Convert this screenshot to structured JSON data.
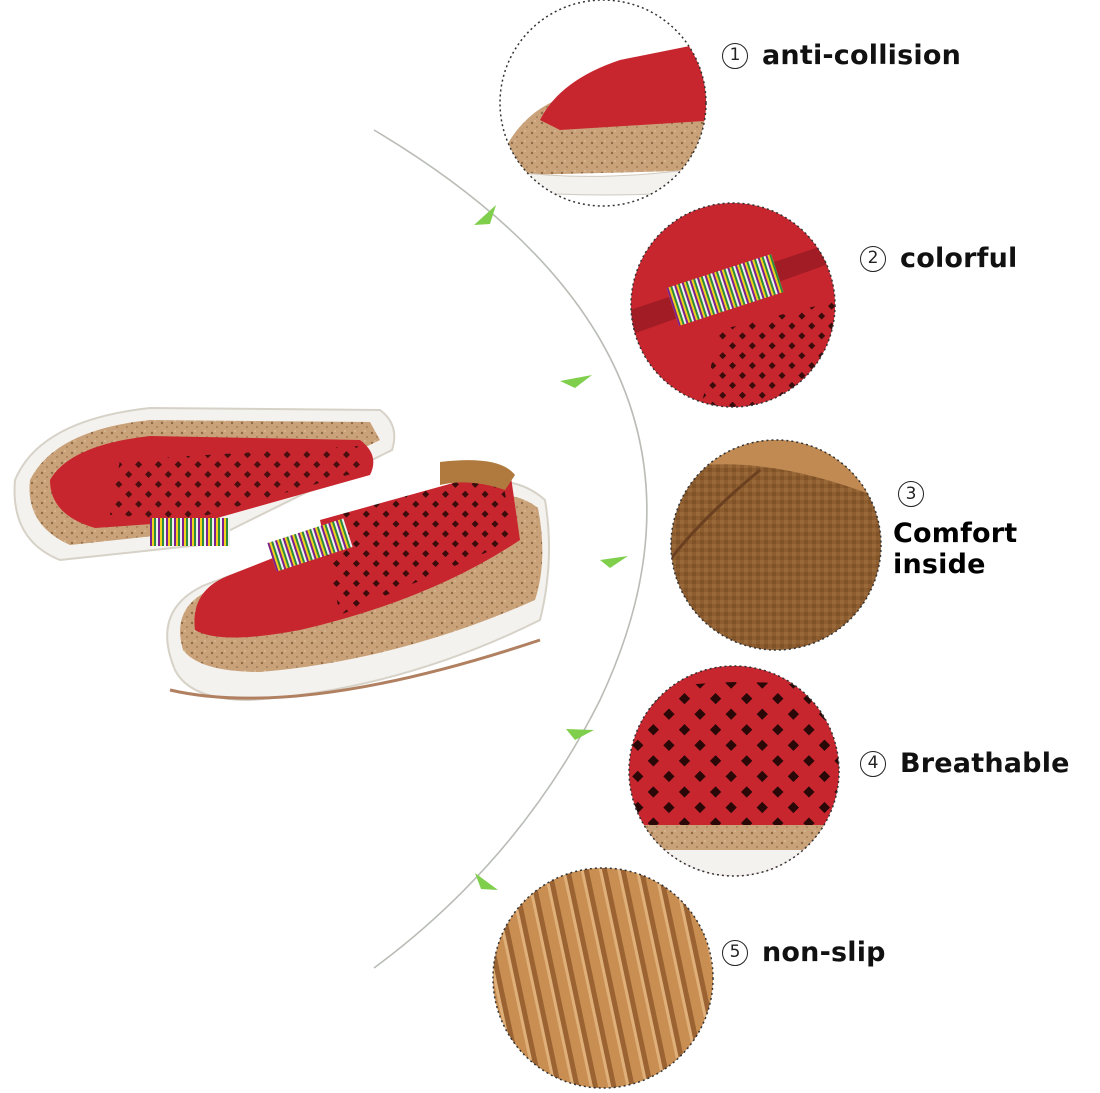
{
  "image": {
    "subject": "red slip-on sneakers",
    "colors": {
      "upper": "#c8262f",
      "sole_rope": "#c9a27a",
      "outsole": "#f4f2ee",
      "lining": "#8a5a2e",
      "tread": "#c0894f",
      "arc": "#b9bdb6",
      "arrow": "#7fcf4c"
    }
  },
  "features": [
    {
      "number": "1",
      "label": "anti-collision",
      "icon": "circled-digit-one"
    },
    {
      "number": "2",
      "label": "colorful",
      "icon": "circled-digit-two"
    },
    {
      "number": "3",
      "label": "Comfort inside",
      "icon": "circled-digit-three"
    },
    {
      "number": "4",
      "label": "Breathable",
      "icon": "circled-digit-four"
    },
    {
      "number": "5",
      "label": "non-slip",
      "icon": "circled-digit-five"
    }
  ]
}
